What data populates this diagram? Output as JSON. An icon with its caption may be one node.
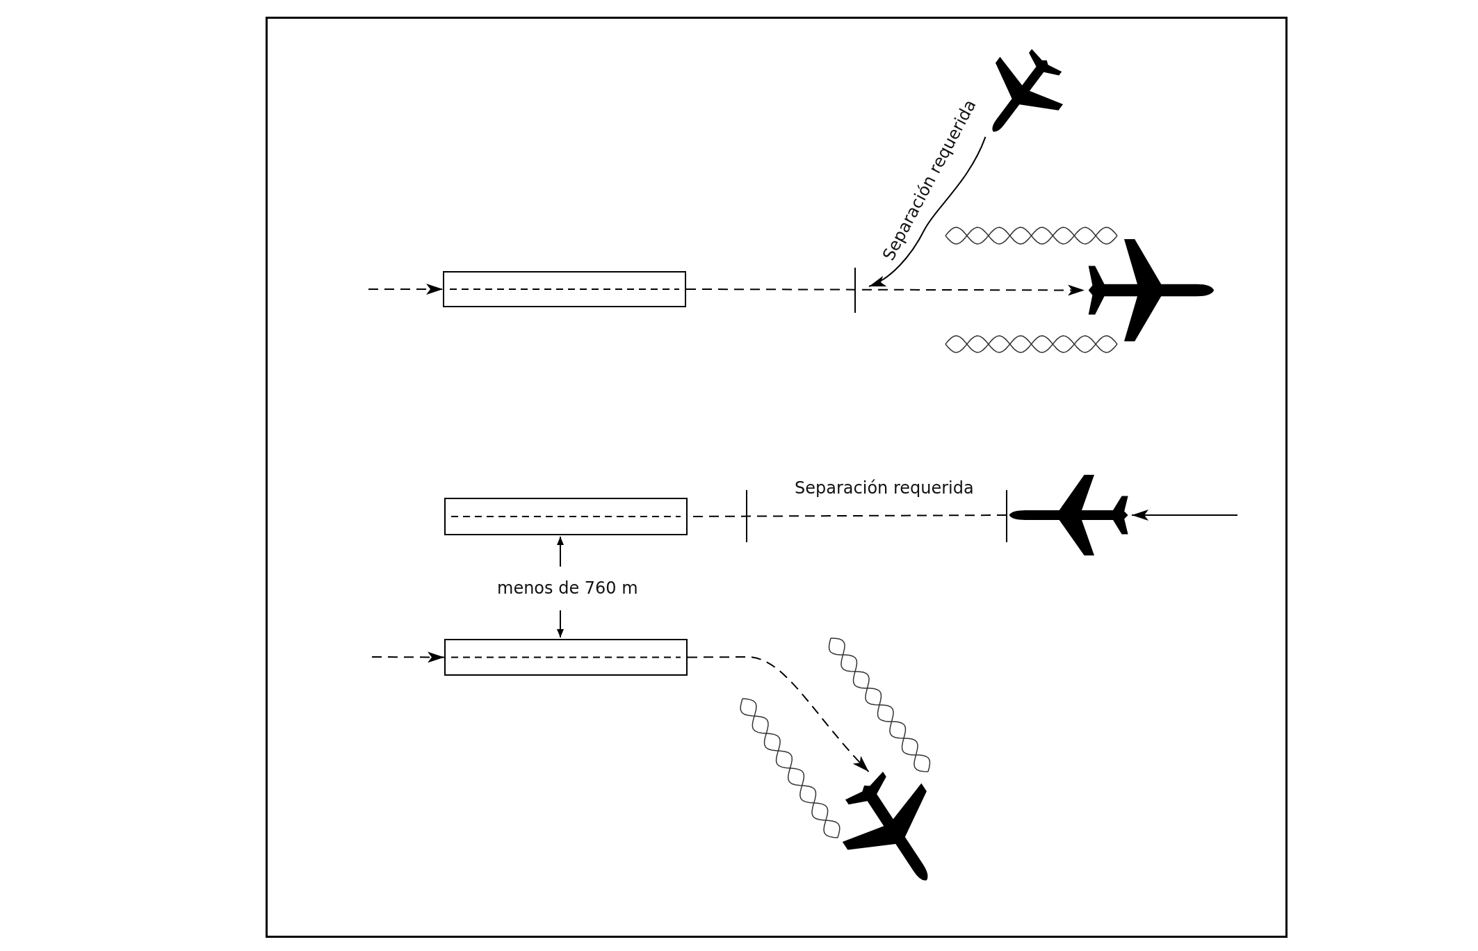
{
  "diagram": {
    "nodes": [
      {
        "text": [],
        "shape": "picture"
      },
      {
        "text": [],
        "shape": "box"
      },
      {
        "text": [],
        "shape": "picture"
      },
      {
        "text": [],
        "shape": "box"
      },
      {
        "text": [],
        "shape": "picture"
      },
      {
        "text": [],
        "shape": "box"
      },
      {
        "text": [],
        "shape": "picture"
      }
    ],
    "edges": [
      {
        "from": null,
        "to": 1,
        "arrow": "to",
        "style": "dashed"
      },
      {
        "from": 1,
        "to": 2,
        "arrow": "to",
        "style": "dashed"
      },
      {
        "from": 0,
        "to": null,
        "arrow": "to",
        "label": "Separación requerida"
      },
      {
        "from": null,
        "to": 4,
        "arrow": "to"
      },
      {
        "from": 4,
        "to": 3,
        "arrow": "none",
        "style": "dashed",
        "label": "Separación requerida"
      },
      {
        "from": null,
        "to": 5,
        "arrow": "to",
        "style": "dashed"
      },
      {
        "from": 5,
        "to": 6,
        "arrow": "to",
        "style": "dashed"
      }
    ],
    "labels": [
      "menos de 760 m"
    ]
  }
}
